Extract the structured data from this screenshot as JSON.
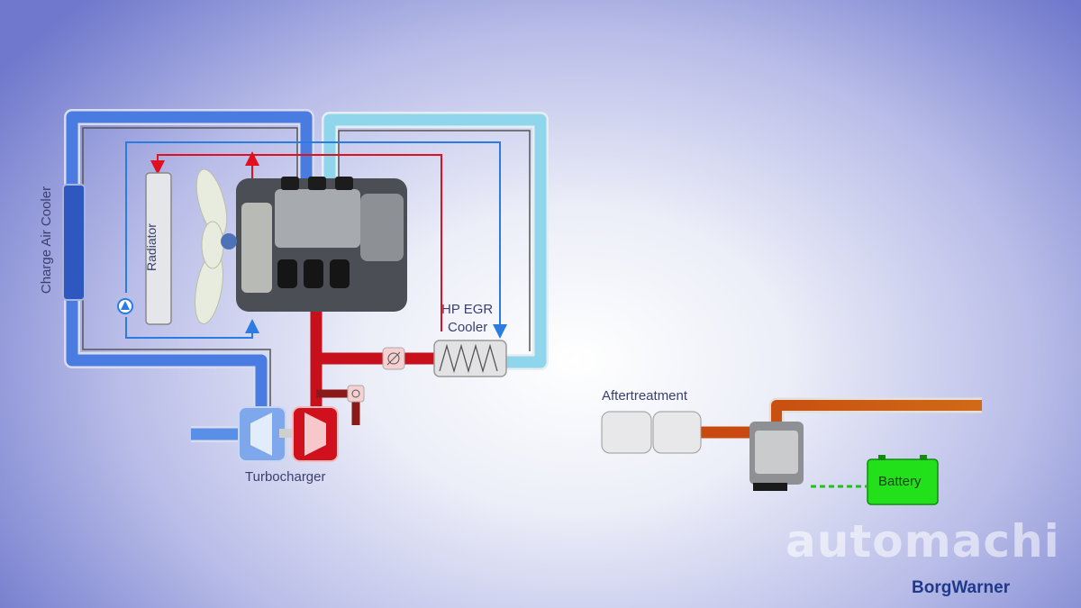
{
  "labels": {
    "charge_air_cooler": "Charge Air Cooler",
    "radiator": "Radiator",
    "hp_egr_cooler_line1": "HP EGR",
    "hp_egr_cooler_line2": "Cooler",
    "turbocharger": "Turbocharger",
    "aftertreatment": "Aftertreatment",
    "battery": "Battery"
  },
  "watermark": {
    "site": "automachi",
    "brand": "BorgWarner"
  },
  "colors": {
    "charge_air": "#4a7be0",
    "coolant_light": "#8fd6ec",
    "coolant_cold_line": "#2b7be0",
    "coolant_hot_line": "#e01020",
    "exhaust": "#c8101c",
    "exhaust_cooled": "#c84a10",
    "battery": "#22e01a"
  }
}
